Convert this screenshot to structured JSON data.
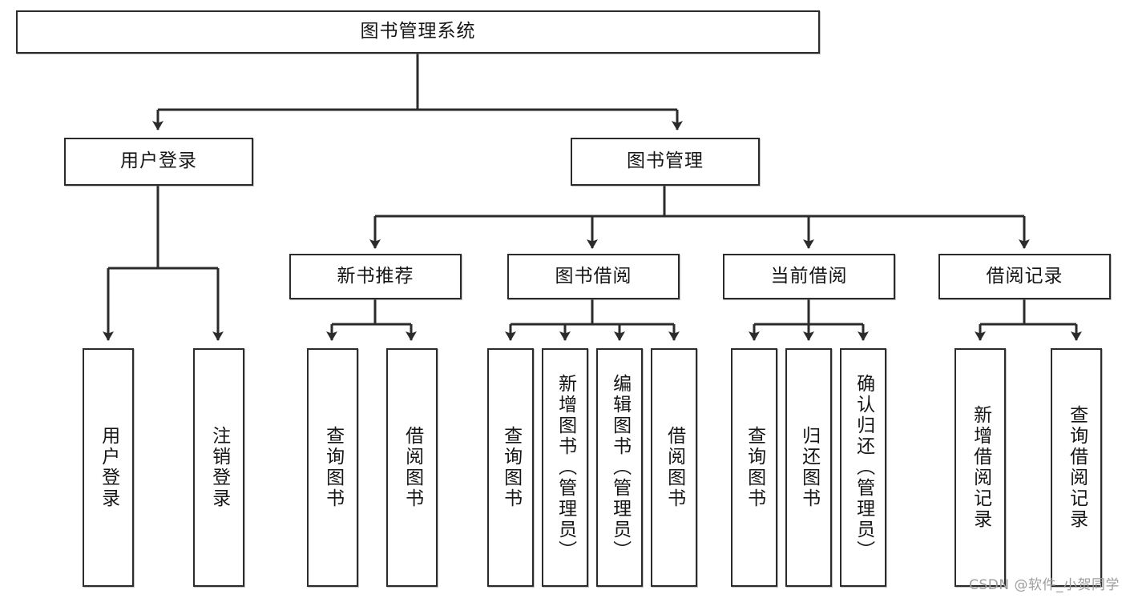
{
  "diagram": {
    "type": "tree",
    "title": "图书管理系统",
    "orientation": "top-down",
    "line_color": "#2b2b2b",
    "box_fill": "#ffffff",
    "background": "#ffffff",
    "root": {
      "id": "root",
      "label": "图书管理系统"
    },
    "level2": [
      {
        "id": "user-login",
        "label": "用户登录"
      },
      {
        "id": "book-manage",
        "label": "图书管理"
      }
    ],
    "level3": [
      {
        "id": "new-book-recommend",
        "label": "新书推荐",
        "parent": "book-manage"
      },
      {
        "id": "book-borrow",
        "label": "图书借阅",
        "parent": "book-manage"
      },
      {
        "id": "current-borrow",
        "label": "当前借阅",
        "parent": "book-manage"
      },
      {
        "id": "borrow-record",
        "label": "借阅记录",
        "parent": "book-manage"
      }
    ],
    "leaves": {
      "user_login": [
        {
          "id": "leaf-user-login",
          "label": "用户登录"
        },
        {
          "id": "leaf-user-logout",
          "label": "注销登录"
        }
      ],
      "new_book_recommend": [
        {
          "id": "leaf-query-book-1",
          "label": "查询图书"
        },
        {
          "id": "leaf-borrow-book-1",
          "label": "借阅图书"
        }
      ],
      "book_borrow": [
        {
          "id": "leaf-query-book-2",
          "label": "查询图书"
        },
        {
          "id": "leaf-add-book",
          "label": "新增图书（管理员）"
        },
        {
          "id": "leaf-edit-book",
          "label": "编辑图书（管理员）"
        },
        {
          "id": "leaf-borrow-book-2",
          "label": "借阅图书"
        }
      ],
      "current_borrow": [
        {
          "id": "leaf-query-book-3",
          "label": "查询图书"
        },
        {
          "id": "leaf-return-book",
          "label": "归还图书"
        },
        {
          "id": "leaf-confirm-return",
          "label": "确认归还（管理员）"
        }
      ],
      "borrow_record": [
        {
          "id": "leaf-add-record",
          "label": "新增借阅记录"
        },
        {
          "id": "leaf-query-record",
          "label": "查询借阅记录"
        }
      ]
    }
  },
  "watermark": {
    "text": "CSDN @软件_小贺同学"
  }
}
